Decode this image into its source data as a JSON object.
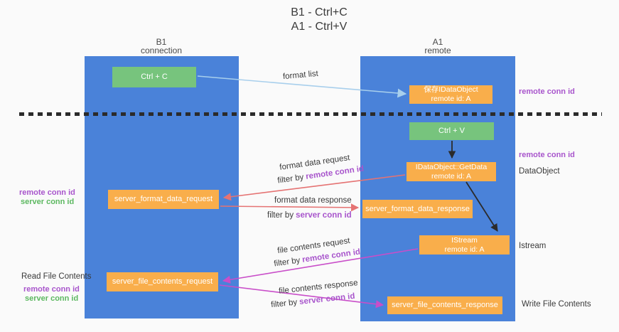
{
  "title": {
    "line1": "B1 - Ctrl+C",
    "line2": "A1 - Ctrl+V"
  },
  "columns": {
    "left": {
      "name": "B1",
      "role": "connection"
    },
    "right": {
      "name": "A1",
      "role": "remote"
    }
  },
  "boxes": {
    "ctrl_c": "Ctrl + C",
    "ctrl_v": "Ctrl + V",
    "saved_idataobject": {
      "line1": "保存IDataObject",
      "line2": "remote id: A"
    },
    "idataobject_getdata": {
      "line1": "IDataObject::GetData",
      "line2": "remote id: A"
    },
    "istream": {
      "line1": "IStream",
      "line2": "remote id: A"
    },
    "server_format_data_request": "server_format_data_request",
    "server_format_data_response": "server_format_data_response",
    "server_file_contents_request": "server_file_contents_request",
    "server_file_contents_response": "server_file_contents_response"
  },
  "edge_labels": {
    "format_list": "format list",
    "format_data_request": "format data request",
    "format_data_response": "format data response",
    "file_contents_request": "file contents request",
    "file_contents_response": "file contents response",
    "filter_by": "filter by",
    "remote_conn_id": "remote conn id",
    "server_conn_id": "server conn id"
  },
  "side_labels": {
    "remote_conn_id": "remote conn id",
    "server_conn_id": "server conn id",
    "dataobject": "DataObject",
    "istream": "Istream",
    "read_file_contents": "Read File Contents",
    "write_file_contents": "Write File Contents"
  },
  "colors": {
    "column_blue": "#4a82d9",
    "box_green": "#77c47d",
    "box_orange": "#f9ae4b",
    "purple_text": "#a855cc",
    "green_text": "#5cb860",
    "arrow_red": "#e57373",
    "arrow_magenta": "#c94ec9",
    "arrow_blue": "#a8cfec",
    "arrow_black": "#2b2b2b"
  }
}
